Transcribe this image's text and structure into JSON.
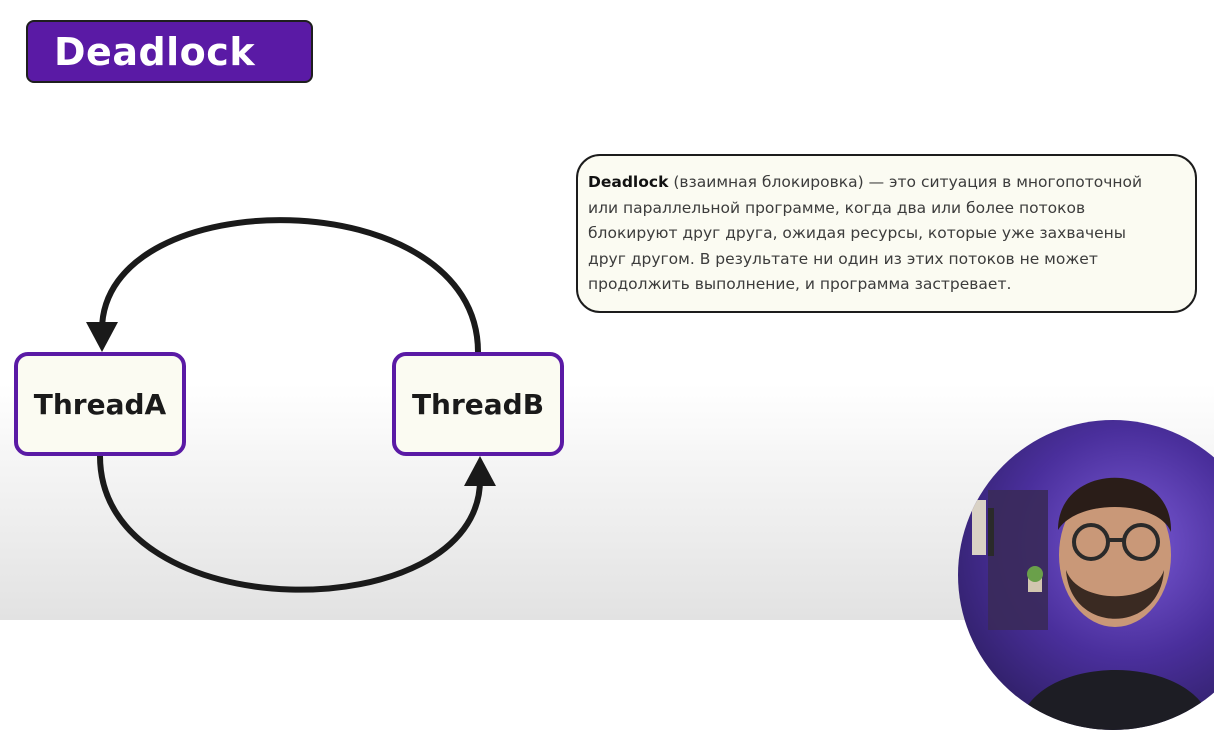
{
  "title": "Deadlock",
  "definition": {
    "term": "Deadlock",
    "lines": [
      " (взаимная блокировка) — это ситуация в многопоточной",
      "или параллельной программе, когда два или более потоков",
      "блокируют друг друга, ожидая ресурсы, которые уже захвачены",
      "друг другом. В результате ни один из этих потоков не может",
      "продолжить выполнение, и программа застревает."
    ]
  },
  "nodes": {
    "thread_a": "ThreadA",
    "thread_b": "ThreadB"
  },
  "colors": {
    "accent": "#5a1aa5",
    "box_fill": "#fbfbf2",
    "stroke": "#1a1a1a"
  },
  "icons": [
    "arrow-down-icon",
    "arrow-up-icon"
  ]
}
